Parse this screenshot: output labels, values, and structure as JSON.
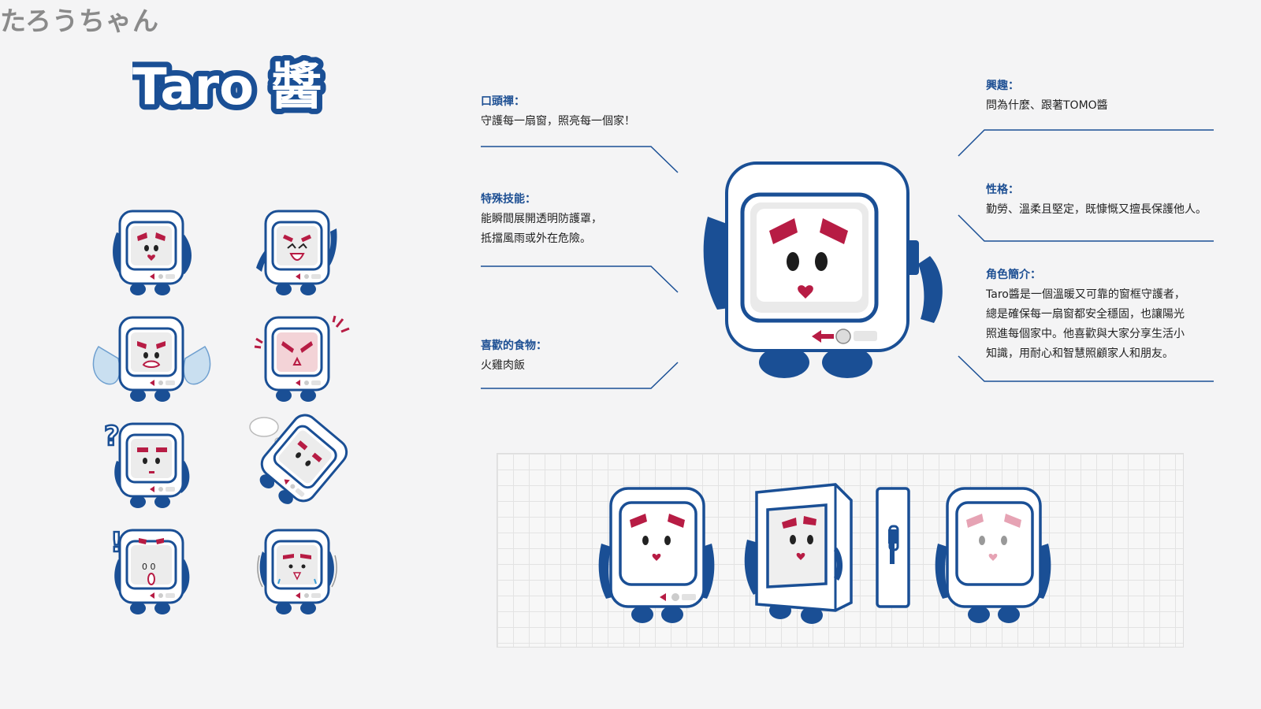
{
  "header": {
    "title": "Taro 醬",
    "subtitle": "たろうちゃん"
  },
  "profile": [
    {
      "id": "catchphrase",
      "label": "口頭禪：",
      "body": "守護每一扇窗，照亮每一個家！"
    },
    {
      "id": "skill",
      "label": "特殊技能：",
      "body": "能瞬間展開透明防護罩，\n抵擋風雨或外在危險。"
    },
    {
      "id": "food",
      "label": "喜歡的食物：",
      "body": "火雞肉飯"
    },
    {
      "id": "interest",
      "label": "興趣：",
      "body": "問為什麼、跟著TOMO醬"
    },
    {
      "id": "personality",
      "label": "性格：",
      "body": "勤勞、溫柔且堅定，既慷慨又擅長保護他人。"
    },
    {
      "id": "intro",
      "label": "角色簡介：",
      "body": "Taro醬是一個溫暖又可靠的窗框守護者，\n總是確保每一扇窗都安全穩固，也讓陽光\n照進每個家中。他喜歡與大家分享生活小\n知識，用耐心和智慧照顧家人和朋友。"
    }
  ],
  "expressions": [
    "calm",
    "laughing",
    "crying",
    "angry",
    "confused",
    "thinking",
    "surprised",
    "scared"
  ],
  "turnaround_views": [
    "front",
    "three-quarter",
    "side",
    "back"
  ],
  "colors": {
    "navy": "#1a4f95",
    "crimson": "#b71c44",
    "pink": "#e6a3b4",
    "background": "#f4f4f5",
    "label_blue": "#1d4f93",
    "subtitle_gray": "#8a8a8a"
  }
}
